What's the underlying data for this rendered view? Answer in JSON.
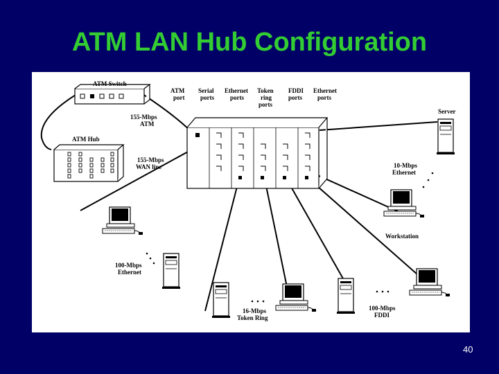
{
  "slide": {
    "title": "ATM LAN Hub Configuration",
    "number": "40"
  },
  "diagram": {
    "atm_switch": "ATM Switch",
    "atm_hub": "ATM Hub",
    "link_155_atm": [
      "155-Mbps",
      "ATM"
    ],
    "link_155_wan": [
      "155-Mbps",
      "WAN line"
    ],
    "atm_port": [
      "ATM",
      "port"
    ],
    "serial_ports": [
      "Serial",
      "ports"
    ],
    "ethernet_ports": [
      "Ethernet",
      "ports"
    ],
    "token_ring_ports": [
      "Token",
      "ring",
      "ports"
    ],
    "fddi_ports": [
      "FDDI",
      "ports"
    ],
    "ethernet_ports_2": [
      "Ethernet",
      "ports"
    ],
    "server": "Server",
    "ethernet_10": [
      "10-Mbps",
      "Ethernet"
    ],
    "workstation": "Workstation",
    "ethernet_100": [
      "100-Mbps",
      "Ethernet"
    ],
    "token_ring_16": [
      "16-Mbps",
      "Token Ring"
    ],
    "fddi_100": [
      "100-Mbps",
      "FDDI"
    ]
  }
}
